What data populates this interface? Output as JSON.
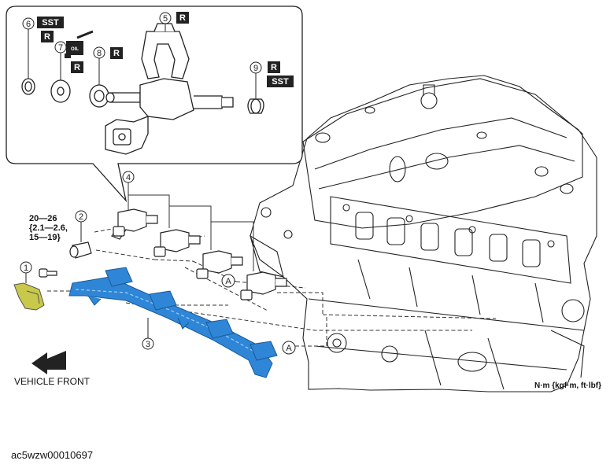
{
  "diagram": {
    "callouts": {
      "c1": "1",
      "c2": "2",
      "c3": "3",
      "c4": "4",
      "c5": "5",
      "c6": "6",
      "c7": "7",
      "c8": "8",
      "c9": "9"
    },
    "tags": {
      "sst": "SST",
      "r": "R",
      "oil": "OIL"
    },
    "torque_spec": {
      "line1": "20—26",
      "line2": "{2.1—2.6,",
      "line3": "15—19}"
    },
    "connection_label": "A",
    "vehicle_front": "VEHICLE FRONT",
    "torque_units": "N·m {kgf·m, ft·lbf}",
    "image_code": "ac5wzw00010697"
  },
  "colors": {
    "fuel_rail": "#2f86d6",
    "bracket": "#c8c84a",
    "line": "#222222"
  },
  "icons": {
    "vehicle_front": "arrow-left-icon"
  }
}
